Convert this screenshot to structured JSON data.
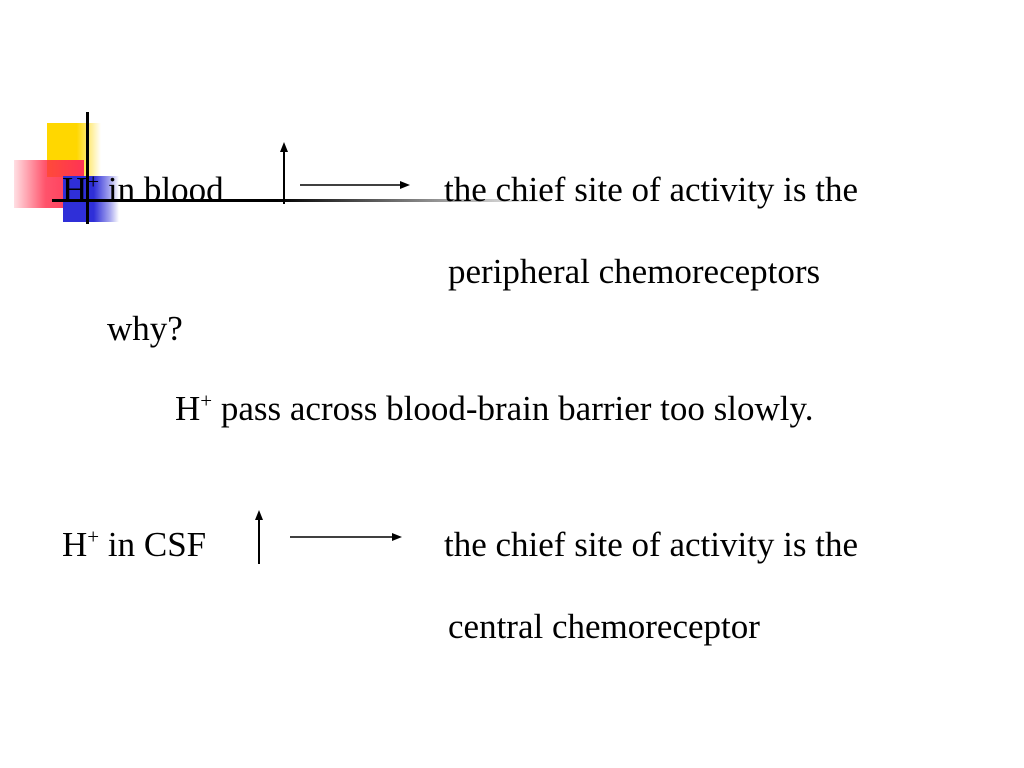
{
  "rows": [
    {
      "ion": "H",
      "sup": "+",
      "location": "in blood",
      "result_line1": "the chief site of activity is the",
      "result_line2": "peripheral chemoreceptors"
    },
    {
      "ion": "H",
      "sup": "+",
      "location": "in CSF",
      "result_line1": "the chief site of activity is the",
      "result_line2": "central chemoreceptor"
    }
  ],
  "question": "why?",
  "answer": {
    "ion": "H",
    "sup": "+",
    "text": "pass across blood-brain barrier too slowly."
  }
}
